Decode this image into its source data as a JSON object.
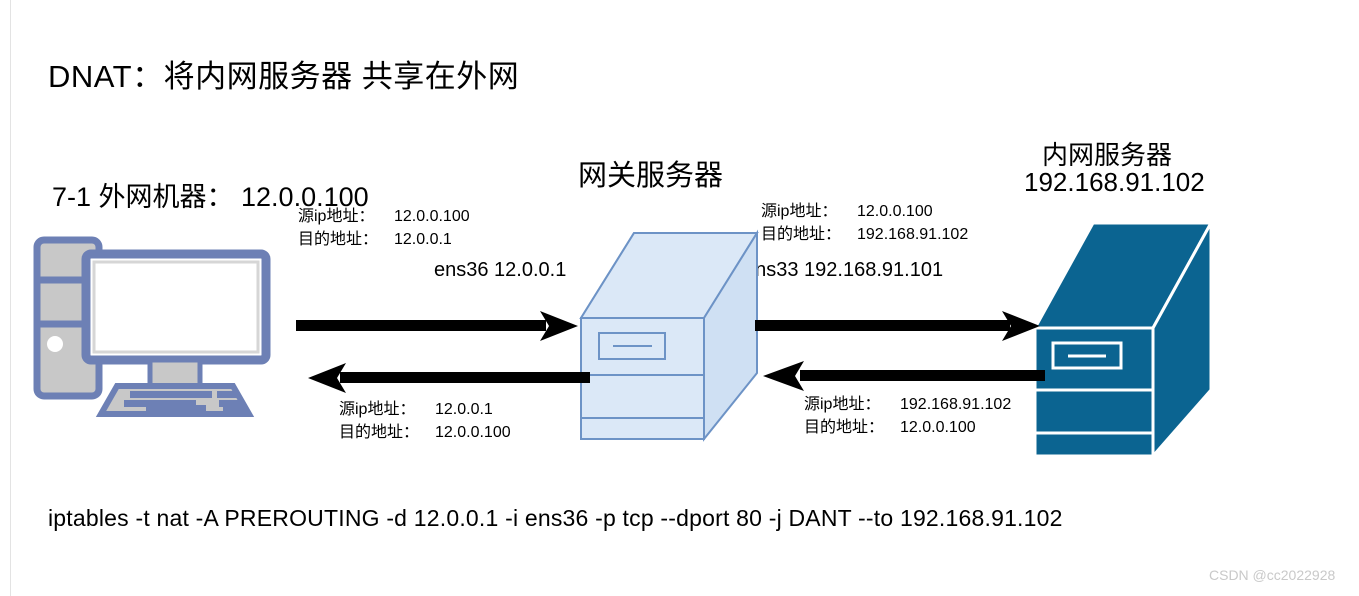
{
  "title": "DNAT：将内网服务器 共享在外网",
  "nodes": {
    "external_machine": {
      "label": "7-1 外网机器： 12.0.0.100",
      "icon": "desktop-pc-icon"
    },
    "gateway": {
      "title": "网关服务器",
      "icon": "server-tower-icon",
      "iface_left": "ens36 12.0.0.1",
      "iface_right": "ens33  192.168.91.101",
      "color": "#dbe8f7"
    },
    "internal_server": {
      "title": "内网服务器",
      "ip": "192.168.91.102",
      "icon": "server-tower-icon",
      "color": "#0b6491"
    }
  },
  "packets": {
    "outbound_left": {
      "src_key": "源ip地址：",
      "src_val": "12.0.0.100",
      "dst_key": "目的地址：",
      "dst_val": "12.0.0.1"
    },
    "outbound_right": {
      "src_key": "源ip地址：",
      "src_val": "12.0.0.100",
      "dst_key": "目的地址：",
      "dst_val": "192.168.91.102"
    },
    "inbound_left": {
      "src_key": "源ip地址：",
      "src_val": "12.0.0.1",
      "dst_key": "目的地址：",
      "dst_val": "12.0.0.100"
    },
    "inbound_right": {
      "src_key": "源ip地址：",
      "src_val": "192.168.91.102",
      "dst_key": "目的地址：",
      "dst_val": "12.0.0.100"
    }
  },
  "command": "iptables  -t  nat  -A PREROUTING  -d 12.0.0.1  -i   ens36  -p  tcp  --dport  80   -j  DANT  --to  192.168.91.102",
  "watermark": "CSDN @cc2022928",
  "colors": {
    "arrow": "#000000",
    "pc_outline": "#6d80b5",
    "pc_body": "#c8c8c8",
    "gateway_fill": "#dbe8f7",
    "gateway_stroke": "#6d93c6",
    "server_fill": "#0b6491",
    "server_stroke": "#ffffff",
    "watermark": "#c9c9c9"
  }
}
